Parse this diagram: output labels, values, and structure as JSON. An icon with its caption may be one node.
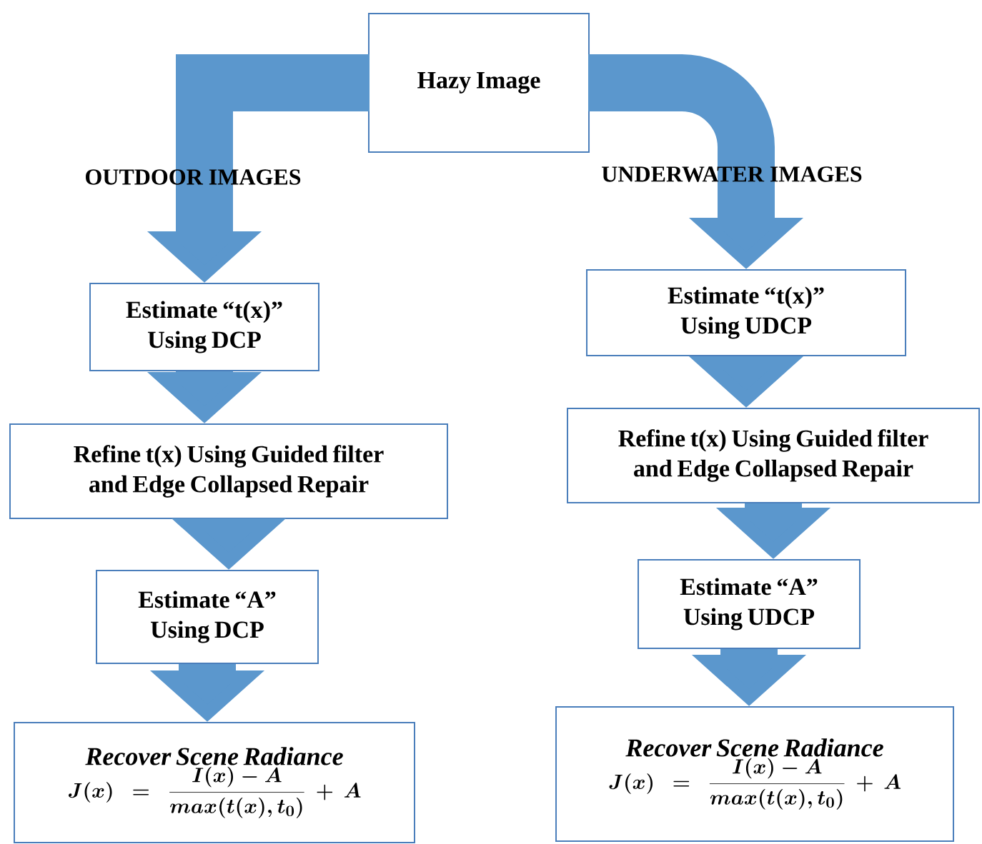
{
  "diagram": {
    "nodes": [
      {
        "text": [
          "Hazy Image"
        ]
      },
      {
        "text": [
          "Estimate “t(x)” Using DCP"
        ]
      },
      {
        "text": [
          "Refine t(x) Using Guided filter and Edge Collapsed Repair"
        ]
      },
      {
        "text": [
          "Estimate “A” Using DCP"
        ]
      },
      {
        "text": [
          "Recover Scene Radiance",
          "J(x)=\\frac{I(x)-A}{max(t(x),t_{0})}+A"
        ]
      },
      {
        "text": [
          "Estimate “t(x)” Using UDCP"
        ]
      },
      {
        "text": [
          "Refine t(x) Using Guided filter and Edge Collapsed Repair"
        ]
      },
      {
        "text": [
          "Estimate “A” Using UDCP"
        ]
      },
      {
        "text": [
          "Recover Scene Radiance",
          "J(x)=\\frac{I(x)-A}{max(t(x),t_{0})}+A"
        ]
      }
    ],
    "edges": [
      {
        "from": 0,
        "to": 1,
        "arrow": "to"
      },
      {
        "from": 0,
        "to": 5,
        "arrow": "to"
      },
      {
        "from": 1,
        "to": 2,
        "arrow": "to"
      },
      {
        "from": 2,
        "to": 3,
        "arrow": "to"
      },
      {
        "from": 3,
        "to": 4,
        "arrow": "to"
      },
      {
        "from": 5,
        "to": 6,
        "arrow": "to"
      },
      {
        "from": 6,
        "to": 7,
        "arrow": "to"
      },
      {
        "from": 7,
        "to": 8,
        "arrow": "to"
      }
    ],
    "labels": [
      "OUTDOOR IMAGES",
      "UNDERWATER IMAGES"
    ]
  }
}
